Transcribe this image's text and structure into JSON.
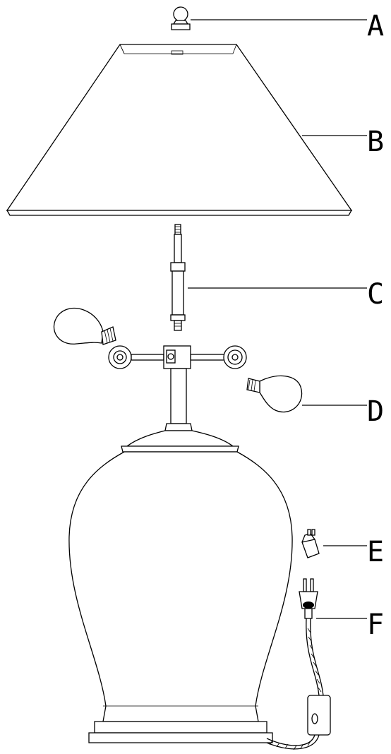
{
  "labels": [
    {
      "id": "finial",
      "text": "A"
    },
    {
      "id": "shade",
      "text": "B"
    },
    {
      "id": "harp-rod",
      "text": "C"
    },
    {
      "id": "bulbs",
      "text": "D"
    },
    {
      "id": "plug-adapter",
      "text": "E"
    },
    {
      "id": "power-cord",
      "text": "F"
    }
  ]
}
